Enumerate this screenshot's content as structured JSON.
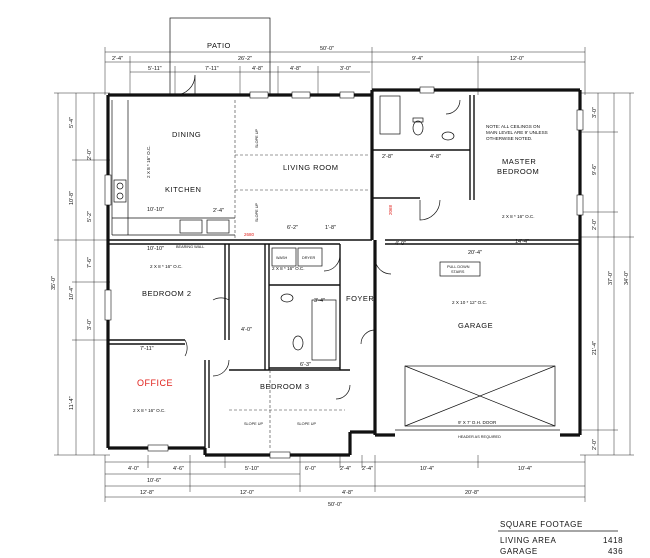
{
  "rooms": {
    "patio": "PATIO",
    "dining": "DINING",
    "kitchen": "KITCHEN",
    "living_room": "LIVING ROOM",
    "master_bedroom_1": "MASTER",
    "master_bedroom_2": "BEDROOM",
    "bedroom2": "BEDROOM 2",
    "office": "OFFICE",
    "bedroom3": "BEDROOM 3",
    "foyer": "FOYER",
    "garage": "GARAGE"
  },
  "notes": {
    "ceiling_1": "NOTE: ALL CEILINGS ON",
    "ceiling_2": "MAIN LEVEL ARE 9' UNLESS",
    "ceiling_3": "OTHERWISE NOTED.",
    "joist_dining": "2 X 8 * 16\" O.C.",
    "joist_master": "2 X 8 * 16\" O.C.",
    "joist_bed2": "2 X 8 * 16\" O.C.",
    "joist_living": "2 X 8 * 16\" O.C.",
    "joist_office": "2 X 8 * 16\" O.C.",
    "joist_garage": "2 X 10 * 12\" O.C.",
    "garage_door": "9' X 7' O.H. DOOR",
    "header": "HEADER AS REQUIRED",
    "pull_down": "PULL DOWN",
    "pull_down_2": "STAIRS",
    "slope_up": "SLOPE UP",
    "bearing_wall": "BEARING WALL",
    "wash": "WASH",
    "dryer": "DRYER",
    "marker_2680": "2680",
    "marker_2068": "2068"
  },
  "dims": {
    "top_total": "50'-0\"",
    "top_patio_left": "2'-4\"",
    "top_patio_mid": "26'-2\"",
    "top_right_1": "9'-4\"",
    "top_right_2": "12'-0\"",
    "top_row2_a": "5'-11\"",
    "top_row2_b": "7'-11\"",
    "top_row2_c": "4'-8\"",
    "top_row2_d": "4'-8\"",
    "top_row2_e": "3'-0\"",
    "left_total": "35'-0\"",
    "right_total": "37'-0\"",
    "right_total_2": "34'-0\"",
    "left_a": "5'-4\"",
    "left_b": "10'-8\"",
    "left_c": "10'-4\"",
    "left_d": "11'-4\"",
    "left_e": "2'-0\"",
    "left_f": "5'-2\"",
    "left_g": "7'-6\"",
    "left_h": "3'-0\"",
    "right_a": "3'-0\"",
    "right_b": "9'-6\"",
    "right_c": "2'-0\"",
    "right_d": "21'-4\"",
    "right_e": "2'-0\"",
    "bottom_row1_a": "4'-0\"",
    "bottom_row1_b": "4'-6\"",
    "bottom_row1_c": "5'-10\"",
    "bottom_row1_d": "6'-0\"",
    "bottom_row1_e": "2'-4\"",
    "bottom_row1_f": "2'-4\"",
    "bottom_row1_g": "10'-4\"",
    "bottom_row1_h": "10'-4\"",
    "bottom_row2_a": "10'-6\"",
    "bottom_row3_a": "12'-8\"",
    "bottom_row3_b": "12'-0\"",
    "bottom_row3_c": "4'-8\"",
    "bottom_row3_d": "20'-8\"",
    "bottom_total": "50'-0\"",
    "interior_kitchen": "10'-10\"",
    "interior_kitchen_2": "10'-10\"",
    "interior_living": "2'-4\"",
    "interior_hall_1": "6'-2\"",
    "interior_hall_2": "1'-8\"",
    "interior_garage_top": "20'-4\"",
    "interior_master_b": "14'-4\"",
    "interior_foyer": "4'-0\"",
    "interior_bath": "3'-4\"",
    "interior_bath_2": "6'-3\"",
    "interior_bed3_a": "4'-0\"",
    "interior_master_c": "2'-8\"",
    "interior_master_d": "4'-8\"",
    "interior_office_top": "7'-11\""
  },
  "square_footage": {
    "title": "SQUARE FOOTAGE",
    "living_label": "LIVING AREA",
    "living_value": "1418",
    "garage_label": "GARAGE",
    "garage_value": "436"
  }
}
